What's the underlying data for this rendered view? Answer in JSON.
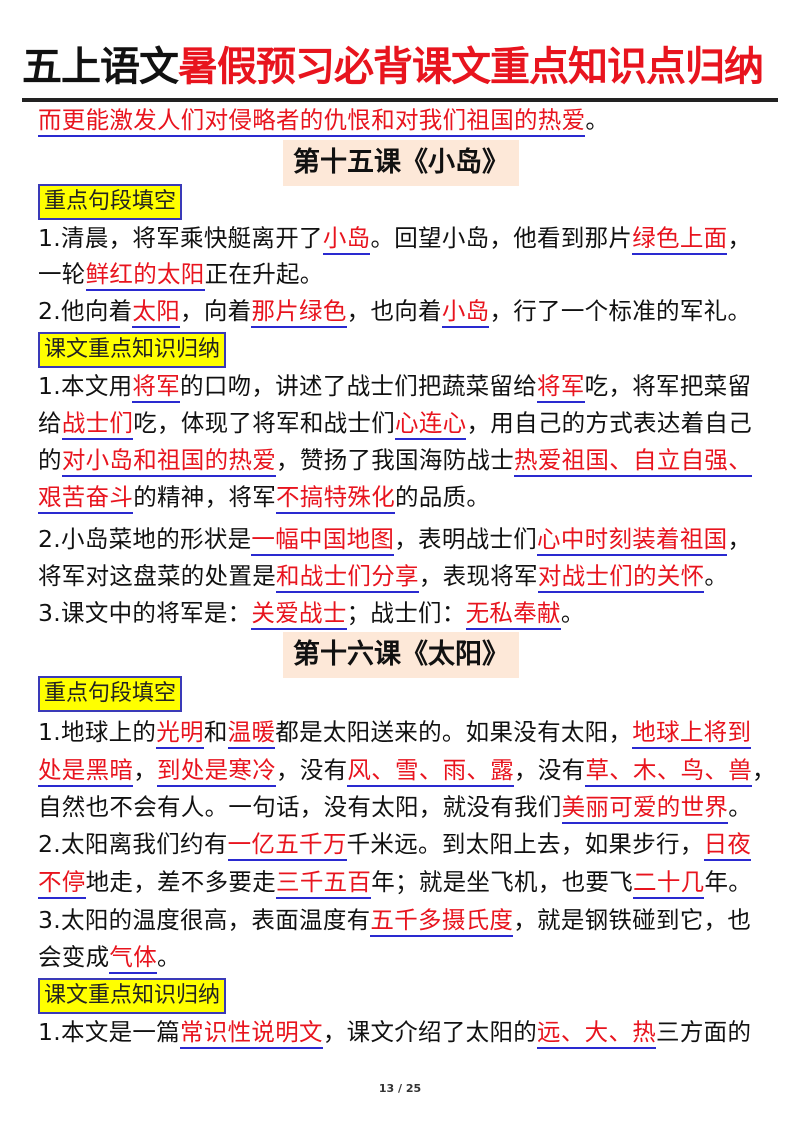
{
  "header": {
    "title_black": "五上语文",
    "title_red": "暑假预习必背课文重点知识点归纳"
  },
  "intro_line": "而更能激发人们对侵略者的仇恨和对我们祖国的热爱",
  "intro_end": "。",
  "lesson15": {
    "title": "第十五课《小岛》",
    "fill_tag": "重点句段填空",
    "knowledge_tag": "课文重点知识归纳",
    "fill": {
      "l1a": "1.清晨，将军乘快艇离开了",
      "l1b": "小岛",
      "l1c": "。回望小岛，他看到那片",
      "l1d": "绿色上面",
      "l1e": "，",
      "l2a": "一轮",
      "l2b": "鲜红的太阳",
      "l2c": "正在升起。",
      "l3a": "2.他向着",
      "l3b": "太阳",
      "l3c": "，向着",
      "l3d": "那片绿色",
      "l3e": "，也向着",
      "l3f": "小岛",
      "l3g": "，行了一个标准的军礼。"
    },
    "know": {
      "l1a": "1.本文用",
      "l1b": "将军",
      "l1c": "的口吻，讲述了战士们把蔬菜留给",
      "l1d": "将军",
      "l1e": "吃，将军把菜留",
      "l2a": "给",
      "l2b": "战士们",
      "l2c": "吃，体现了将军和战士们",
      "l2d": "心连心",
      "l2e": "，用自己的方式表达着自己",
      "l3a": "的",
      "l3b": "对小岛和祖国的热爱",
      "l3c": "，赞扬了我国海防战士",
      "l3d": "热爱祖国、自立自强、",
      "l4a": "艰苦奋斗",
      "l4b": "的精神，将军",
      "l4c": "不搞特殊化",
      "l4d": "的品质。",
      "l5a": "2.小岛菜地的形状是",
      "l5b": "一幅中国地图",
      "l5c": "，表明战士们",
      "l5d": "心中时刻装着祖国",
      "l5e": "，",
      "l6a": "将军对这盘菜的处置是",
      "l6b": "和战士们分享",
      "l6c": "，表现将军",
      "l6d": "对战士们的关怀",
      "l6e": "。",
      "l7a": "3.课文中的将军是：",
      "l7b": "关爱战士",
      "l7c": "；战士们：",
      "l7d": "无私奉献",
      "l7e": "。"
    }
  },
  "lesson16": {
    "title": "第十六课《太阳》",
    "fill_tag": "重点句段填空",
    "knowledge_tag": "课文重点知识归纳",
    "fill": {
      "l1a": "1.地球上的",
      "l1b": "光明",
      "l1c": "和",
      "l1d": "温暖",
      "l1e": "都是太阳送来的。如果没有太阳，",
      "l1f": "地球上将到",
      "l2a": "处是黑暗",
      "l2b": "，",
      "l2c": "到处是寒冷",
      "l2d": "，没有",
      "l2e": "风、雪、雨、露",
      "l2f": "，没有",
      "l2g": "草、木、鸟、兽",
      "l2h": "，",
      "l3a": "自然也不会有人。一句话，没有太阳，就没有我们",
      "l3b": "美丽可爱的世界",
      "l3c": "。",
      "l4a": "2.太阳离我们约有",
      "l4b": "一亿五千万",
      "l4c": "千米远。到太阳上去，如果步行，",
      "l4d": "日夜",
      "l5a": "不停",
      "l5b": "地走，差不多要走",
      "l5c": "三千五百",
      "l5d": "年；就是坐飞机，也要飞",
      "l5e": "二十几",
      "l5f": "年。",
      "l6a": "3.太阳的温度很高，表面温度有",
      "l6b": "五千多摄氏度",
      "l6c": "，就是钢铁碰到它，也",
      "l7a": "会变成",
      "l7b": "气体",
      "l7c": "。"
    },
    "know": {
      "l1a": "1.本文是一篇",
      "l1b": "常识性说明文",
      "l1c": "，课文介绍了太阳的",
      "l1d": "远、大、热",
      "l1e": "三方面的"
    }
  },
  "footer": {
    "page": "13 / 25"
  }
}
